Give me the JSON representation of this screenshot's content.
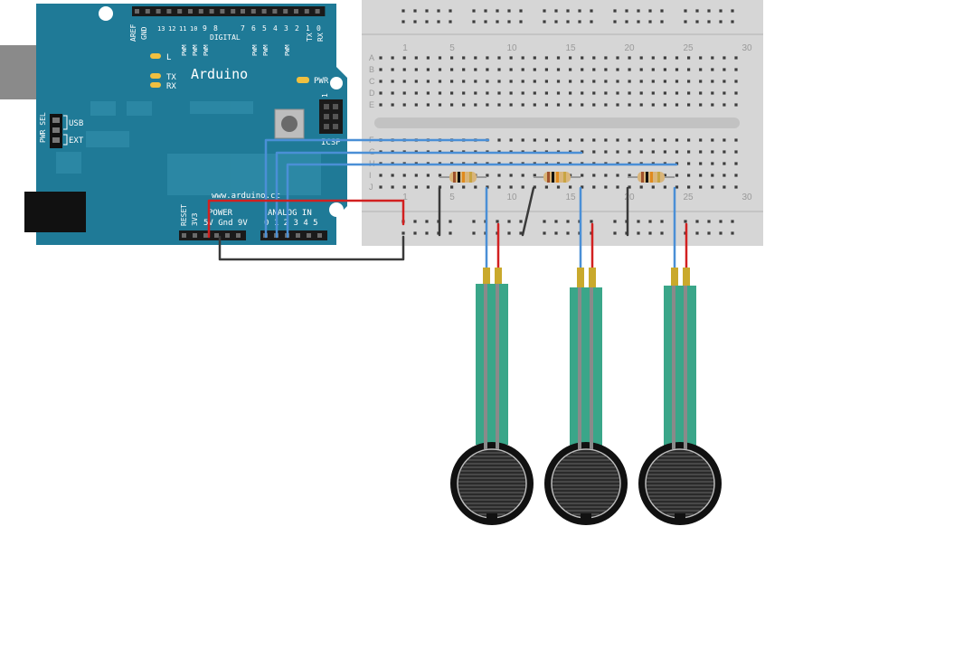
{
  "arduino": {
    "brand": "Arduino",
    "website": "www.arduino.cc",
    "digital_label": "DIGITAL",
    "power_label": "POWER",
    "analog_label": "ANALOG IN",
    "icsp_label": "ICSP",
    "pwr_led": "PWR",
    "led_l": "L",
    "led_tx": "TX",
    "led_rx": "RX",
    "pwr_sel": "PWR SEL",
    "usb": "USB",
    "ext": "EXT",
    "reset_label": "RESET",
    "v3v3": "3V3",
    "power_pins": "5V Gnd 9V",
    "analog_pins": "0 1 2 3 4 5",
    "icsp_pin1": "1",
    "top_header_labels": [
      "AREF",
      "GND",
      "13",
      "12",
      "11",
      "10",
      "9",
      "8",
      "7",
      "6",
      "5",
      "4",
      "3",
      "2",
      "1",
      "0"
    ],
    "tx": "TX",
    "rx": "RX",
    "pwm": "PWM"
  },
  "breadboard": {
    "column_numbers": [
      "1",
      "5",
      "10",
      "15",
      "20",
      "25",
      "30"
    ],
    "top_rows": [
      "A",
      "B",
      "C",
      "D",
      "E"
    ],
    "bottom_rows": [
      "F",
      "G",
      "H",
      "I",
      "J"
    ]
  },
  "colors": {
    "board": "#1f7a97",
    "breadboard": "#d9d9d9",
    "wire_blue": "#4a8fd6",
    "wire_red": "#d22020",
    "wire_black": "#3a3a3a",
    "sensor_strip": "#3aa689",
    "sensor_pad": "#111111",
    "pin_gold": "#c9a92c"
  },
  "components": {
    "sensors": [
      "force-sensitive-resistor",
      "force-sensitive-resistor",
      "force-sensitive-resistor"
    ],
    "resistors": [
      "resistor",
      "resistor",
      "resistor"
    ]
  }
}
